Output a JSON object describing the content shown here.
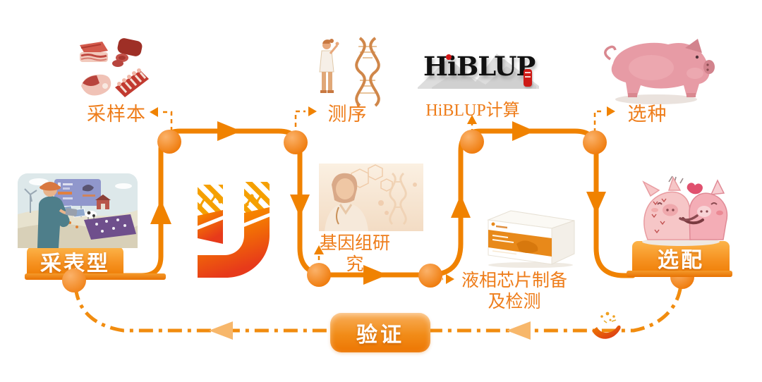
{
  "labels": {
    "sample": "采样本",
    "sequencing": "测序",
    "hiblup_calc": "HiBLUP计算",
    "selection": "选种",
    "phenotype": "采表型",
    "genome": "基因组研究",
    "chip": "液相芯片制备及检测",
    "mating": "选配",
    "validation": "验证"
  },
  "logo": {
    "hiblup": "HiBLUP"
  },
  "flow_order": [
    "采表型",
    "采样本",
    "测序",
    "基因组研究",
    "液相芯片制备及检测",
    "HiBLUP计算",
    "选种",
    "选配",
    "验证"
  ],
  "colors": {
    "flow_orange": "#F08200",
    "return_orange": "#F18C0F",
    "arrow_light": "#F7B76B",
    "label_orange": "#EE7D1B",
    "banner_top": "#FCB44A",
    "banner_bottom": "#EF7E06",
    "hiblup_black": "#111111",
    "hiblup_red": "#D41616"
  },
  "icons": {
    "meat_samples": "meat-samples-illustration",
    "sequencing_dna": "scientist-dna-illustration",
    "hiblup_logo": "hiblup-logo",
    "breeding_pig": "pig-illustration",
    "farm_phenotyping": "farm-phenotyping-illustration",
    "company_logo": "company-logo",
    "genome_research": "genome-research-photo",
    "chip_kit_box": "chip-kit-box-illustration",
    "pig_couple": "pig-couple-illustration",
    "mini_logo": "mini-logo-mark"
  }
}
